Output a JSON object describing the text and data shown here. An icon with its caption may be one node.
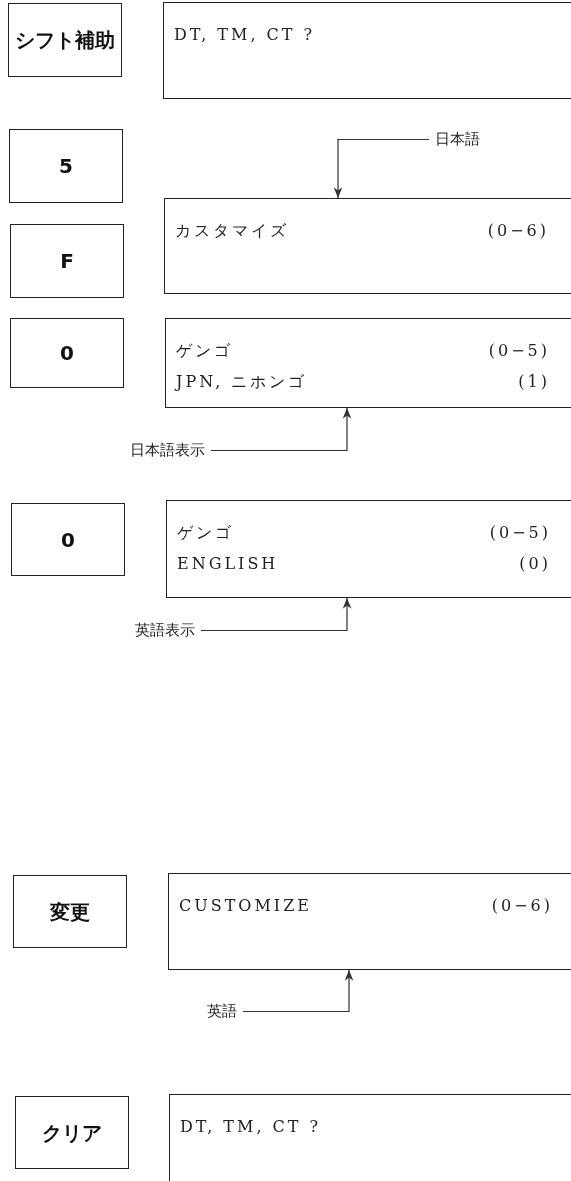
{
  "diagram": {
    "nodes": [
      {
        "text": [
          "シフト補助"
        ]
      },
      {
        "text": [
          "DT, TM, CT ?"
        ]
      },
      {
        "text": [
          "5"
        ]
      },
      {
        "text": [
          "日本語"
        ]
      },
      {
        "text": [
          "F"
        ]
      },
      {
        "text": [
          "カスタマイズ",
          "(0−6)"
        ]
      },
      {
        "text": [
          "0"
        ]
      },
      {
        "text": [
          "ゲンゴ",
          "(0−5)",
          "JPN, ニホンゴ",
          "(1)"
        ]
      },
      {
        "text": [
          "日本語表示"
        ]
      },
      {
        "text": [
          "0"
        ]
      },
      {
        "text": [
          "ゲンゴ",
          "(0−5)",
          "ENGLISH",
          "(0)"
        ]
      },
      {
        "text": [
          "英語表示"
        ]
      },
      {
        "text": [
          "変更"
        ]
      },
      {
        "text": [
          "CUSTOMIZE",
          "(0−6)"
        ]
      },
      {
        "text": [
          "英語"
        ]
      },
      {
        "text": [
          "クリア"
        ]
      },
      {
        "text": [
          "DT, TM, CT ?"
        ]
      }
    ],
    "edges": [
      {
        "from": 3,
        "to": 5,
        "arrow": "to"
      },
      {
        "from": 8,
        "to": 7,
        "arrow": "to"
      },
      {
        "from": 11,
        "to": 10,
        "arrow": "to"
      },
      {
        "from": 14,
        "to": 13,
        "arrow": "to"
      }
    ]
  }
}
